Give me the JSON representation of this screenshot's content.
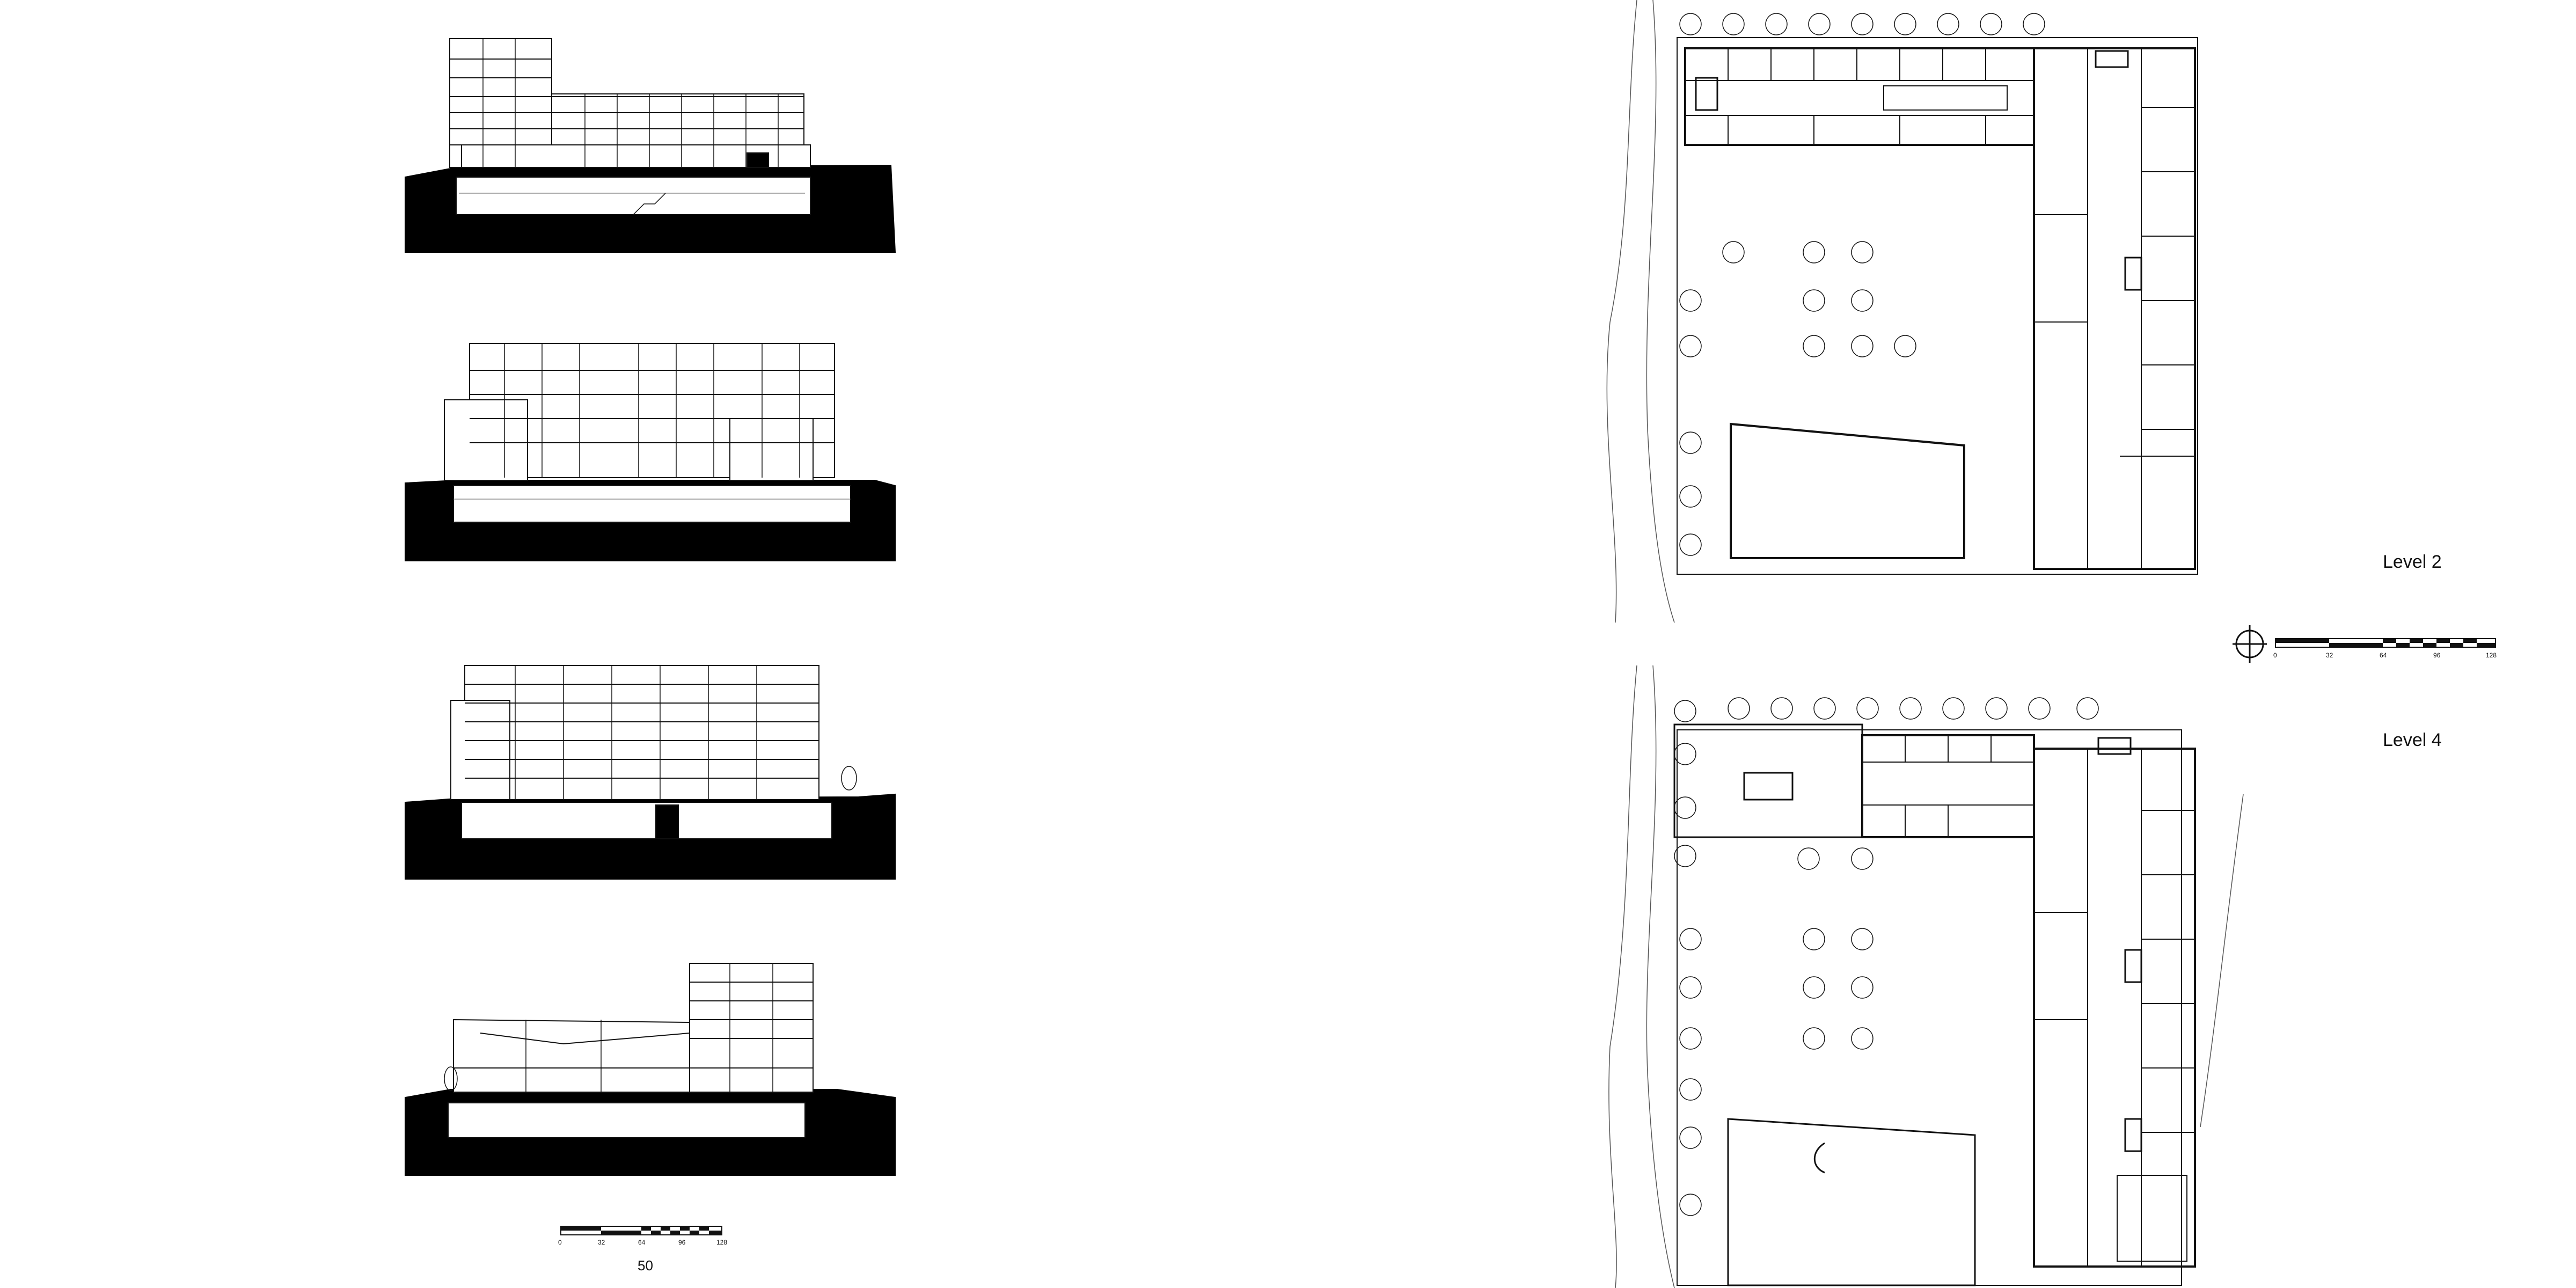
{
  "labels": {
    "level2": "Level 2",
    "level4": "Level 4",
    "sections_scale": "50"
  },
  "sections_scale_ticks": [
    "0",
    "32",
    "64",
    "96",
    "128"
  ],
  "plan_scale_ticks": [
    "0",
    "32",
    "64",
    "96",
    "128"
  ],
  "colors": {
    "ink": "#111111",
    "ground": "#000000",
    "paper": "#ffffff",
    "thin_line": "#555555"
  },
  "icons": {
    "north_arrow": "north-arrow-icon",
    "tree": "tree-icon"
  }
}
